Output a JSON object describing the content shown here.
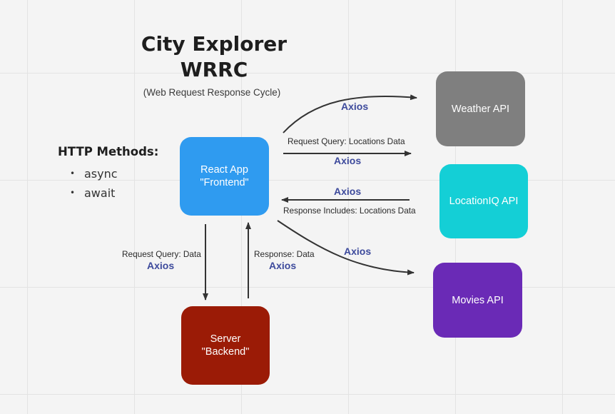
{
  "header": {
    "title_line1": "City Explorer",
    "title_line2": "WRRC",
    "subtitle": "(Web Request Response Cycle)"
  },
  "http_methods": {
    "title": "HTTP Methods:",
    "items": [
      "async",
      "await"
    ]
  },
  "nodes": {
    "react_app": {
      "label": "React App\n\"Frontend\"",
      "color": "#2f9bf0"
    },
    "server": {
      "label": "Server\n\"Backend\"",
      "color": "#9b1b06"
    },
    "weather_api": {
      "label": "Weather API",
      "color": "#7f7f7f"
    },
    "locationiq_api": {
      "label": "LocationIQ API",
      "color": "#14cfd6"
    },
    "movies_api": {
      "label": "Movies API",
      "color": "#6a2ab6"
    }
  },
  "edges": {
    "to_weather": {
      "axios": "Axios"
    },
    "to_locationiq": {
      "label": "Request Query: Locations Data",
      "axios": "Axios"
    },
    "from_locationiq": {
      "label": "Response Includes: Locations Data",
      "axios": "Axios"
    },
    "to_movies": {
      "axios": "Axios"
    },
    "to_server": {
      "label": "Request Query: Data",
      "axios": "Axios"
    },
    "from_server": {
      "label": "Response: Data",
      "axios": "Axios"
    }
  }
}
